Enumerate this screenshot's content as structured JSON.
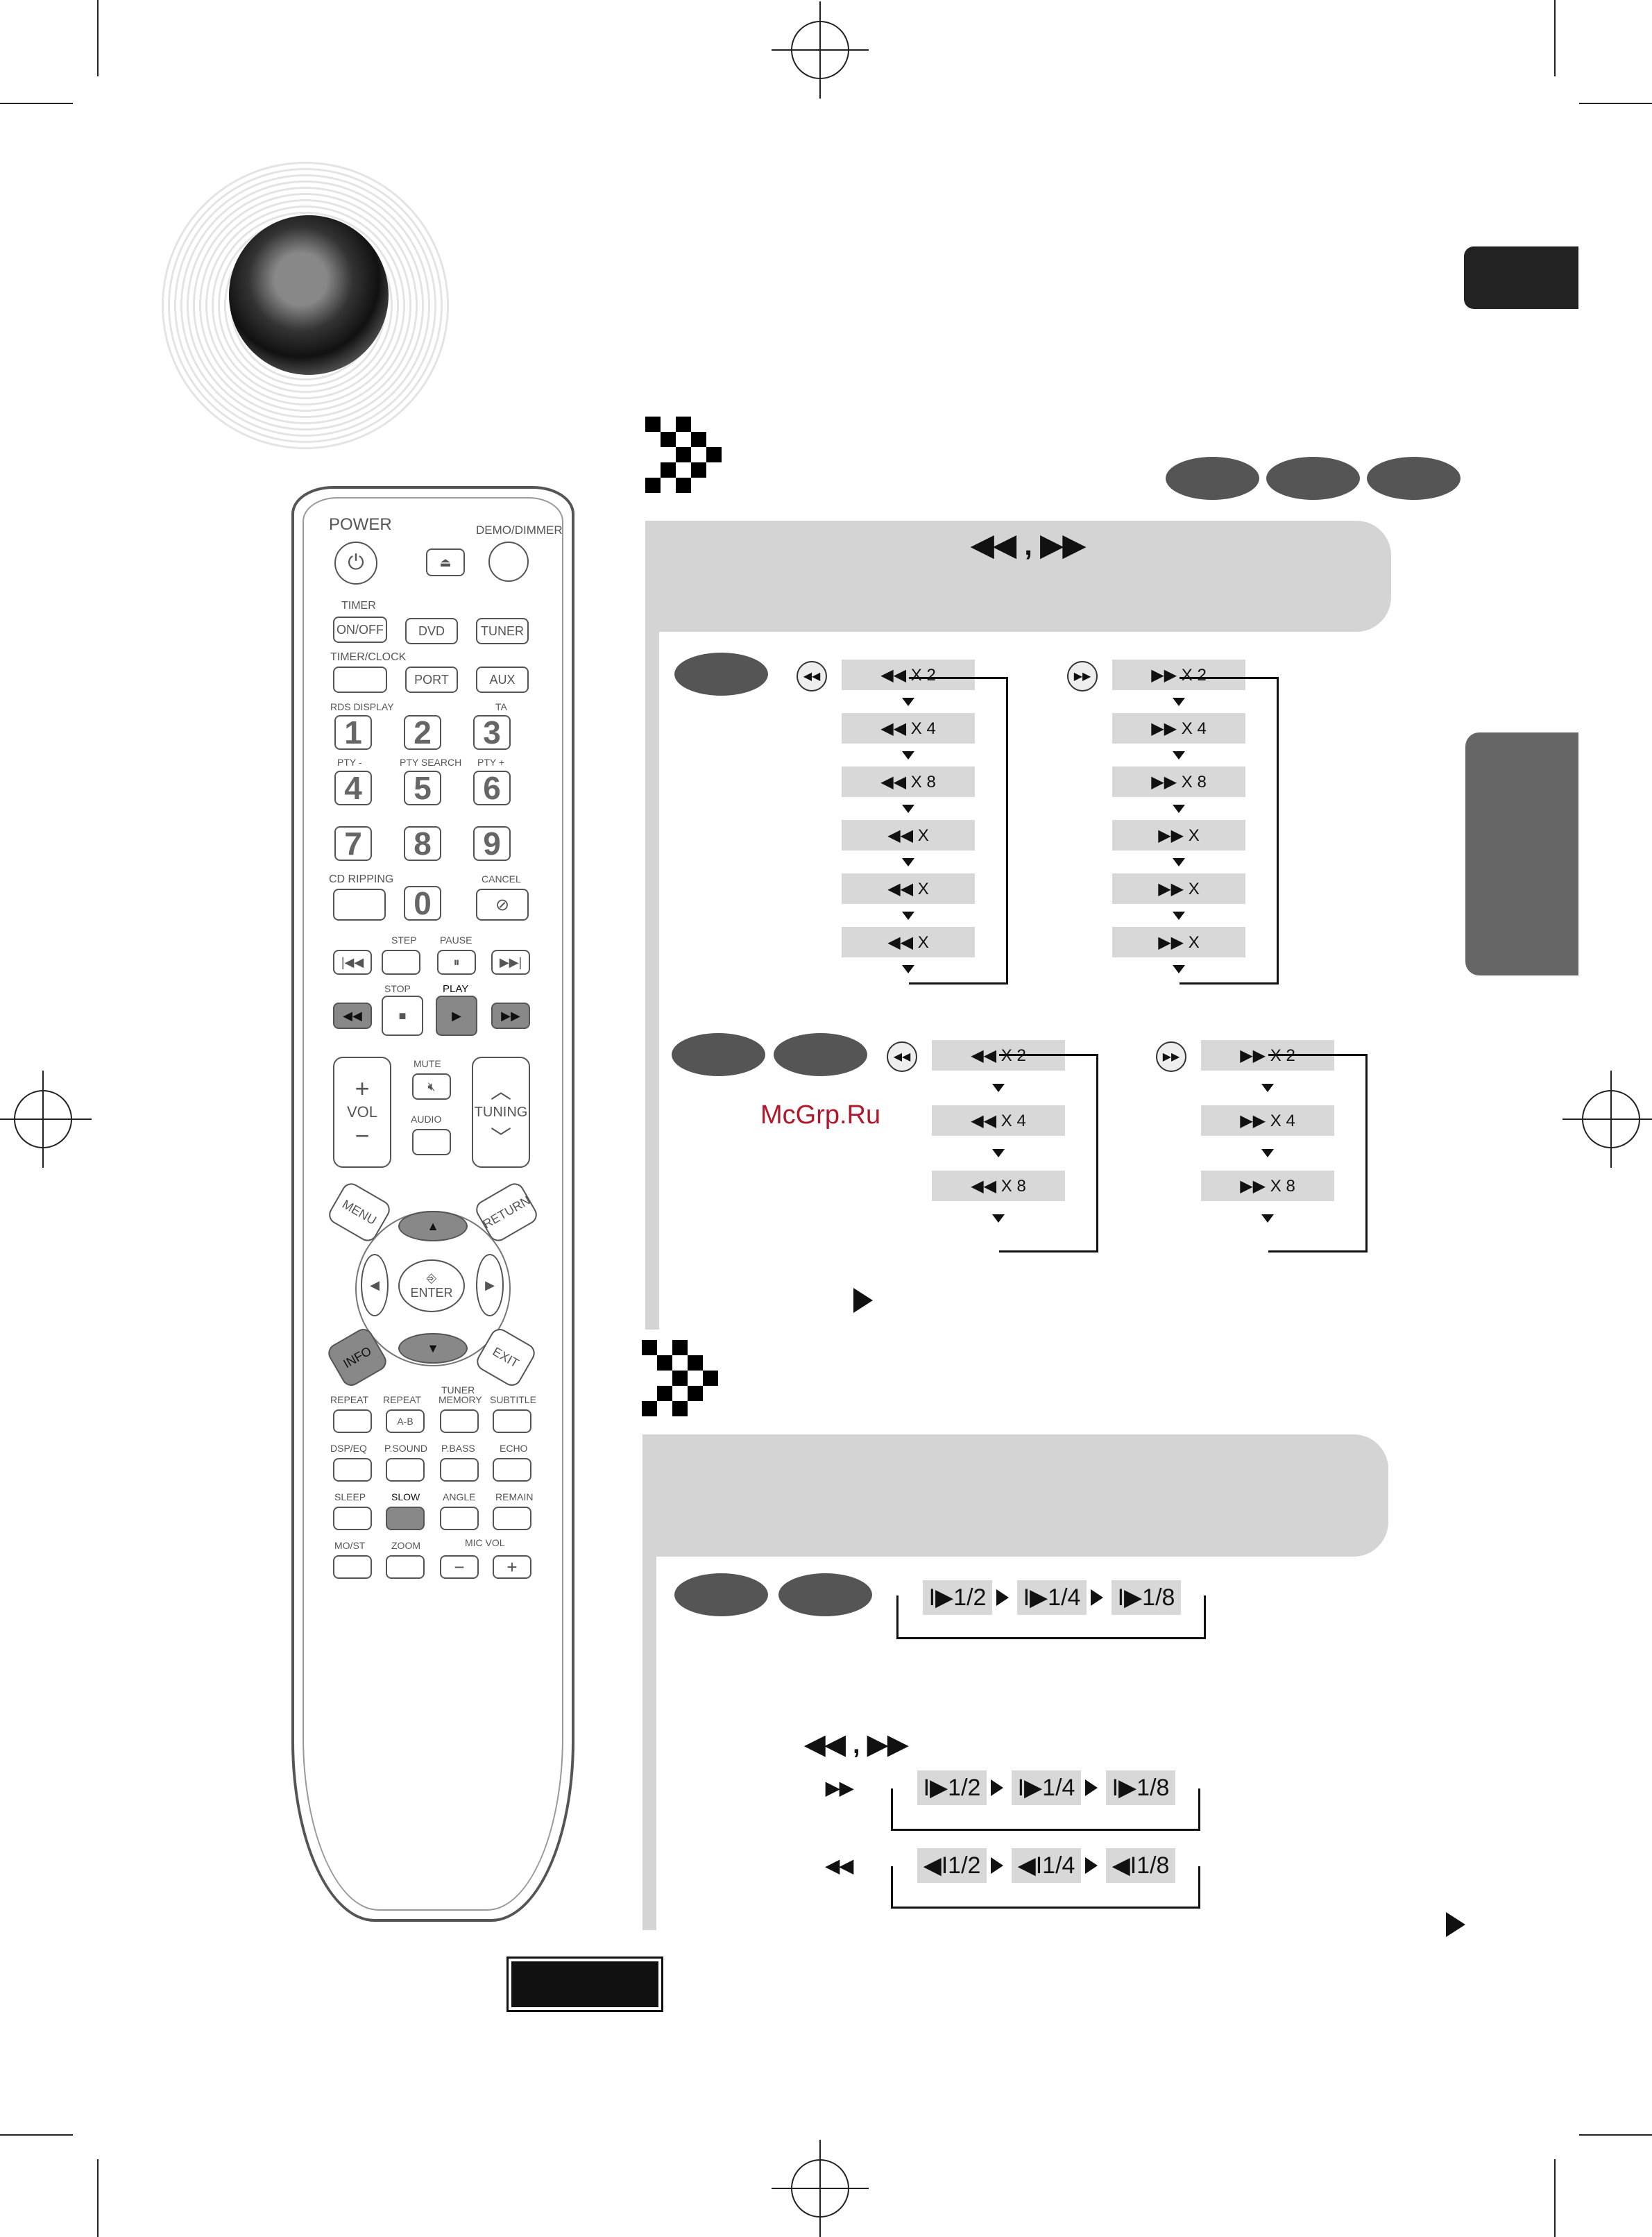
{
  "remote": {
    "power": "POWER",
    "demo_dimmer": "DEMO/DIMMER",
    "timer": "TIMER",
    "on_off": "ON/OFF",
    "dvd": "DVD",
    "tuner": "TUNER",
    "timer_clock": "TIMER/CLOCK",
    "port": "PORT",
    "aux": "AUX",
    "rds_display": "RDS DISPLAY",
    "ta": "TA",
    "pty_minus": "PTY -",
    "pty_search": "PTY SEARCH",
    "pty_plus": "PTY +",
    "cd_ripping": "CD RIPPING",
    "cancel": "CANCEL",
    "step": "STEP",
    "pause": "PAUSE",
    "stop": "STOP",
    "play": "PLAY",
    "mute": "MUTE",
    "vol": "VOL",
    "audio": "AUDIO",
    "tuning": "TUNING",
    "menu": "MENU",
    "return": "RETURN",
    "enter": "ENTER",
    "info": "INFO",
    "exit": "EXIT",
    "repeat": "REPEAT",
    "repeat_ab": "REPEAT",
    "ab": "A-B",
    "tuner_memory_1": "TUNER",
    "tuner_memory_2": "MEMORY",
    "subtitle": "SUBTITLE",
    "dsp_eq": "DSP/EQ",
    "p_sound": "P.SOUND",
    "p_bass": "P.BASS",
    "echo": "ECHO",
    "sleep": "SLEEP",
    "slow": "SLOW",
    "angle": "ANGLE",
    "remain": "REMAIN",
    "mo_st": "MO/ST",
    "zoom": "ZOOM",
    "mic_vol": "MIC VOL",
    "digits": [
      "1",
      "2",
      "3",
      "4",
      "5",
      "6",
      "7",
      "8",
      "9",
      "0"
    ]
  },
  "watermark": "McGrp.Ru",
  "section1": {
    "header_symbols": "◀◀ , ▶▶",
    "rev_steps": [
      "◀◀  X 2",
      "◀◀  X 4",
      "◀◀  X 8",
      "◀◀  X",
      "◀◀  X",
      "◀◀  X"
    ],
    "fwd_steps": [
      "▶▶  X 2",
      "▶▶  X 4",
      "▶▶  X 8",
      "▶▶  X",
      "▶▶  X",
      "▶▶  X"
    ],
    "rev_steps2": [
      "◀◀  X 2",
      "◀◀  X 4",
      "◀◀  X 8"
    ],
    "fwd_steps2": [
      "▶▶  X 2",
      "▶▶  X 4",
      "▶▶  X 8"
    ]
  },
  "section2": {
    "slow_steps": [
      "I▶1/2",
      "I▶1/4",
      "I▶1/8"
    ],
    "symbols": "◀◀ , ▶▶",
    "fwd_slow": [
      "I▶1/2",
      "I▶1/4",
      "I▶1/8"
    ],
    "rev_slow": [
      "◀I1/2",
      "◀I1/4",
      "◀I1/8"
    ]
  }
}
